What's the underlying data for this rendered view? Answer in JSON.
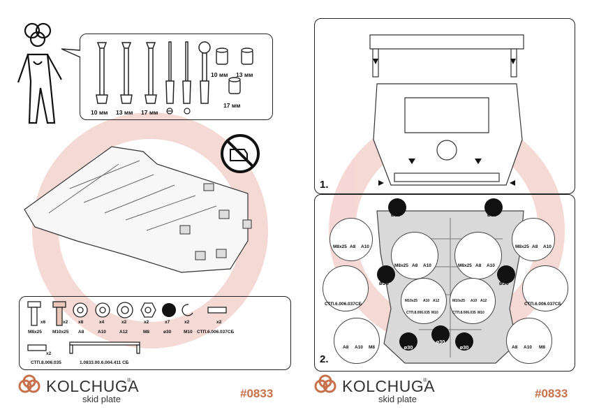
{
  "tools": {
    "wrench_labels": [
      "10 мм",
      "13 мм",
      "17 мм"
    ],
    "socket_labels": [
      "10 мм",
      "13 мм",
      "17 мм"
    ],
    "icons": [
      "person-icon",
      "open-wrench-icon",
      "screwdriver-icon",
      "socket-icon",
      "no-engine-running-icon"
    ]
  },
  "parts": {
    "counts": [
      "x6",
      "x2",
      "x8",
      "x4",
      "x2",
      "x2",
      "x7",
      "x2",
      "x2",
      "x2"
    ],
    "labels": [
      "M8x25",
      "M10x25",
      "A8",
      "A10",
      "A12",
      "M8",
      "ø30",
      "M10",
      "СТП.6.006.037СБ",
      "СТП.8.006.035",
      "1.0833.00.6.004.411 СБ"
    ]
  },
  "steps": [
    "1.",
    "2."
  ],
  "callouts": {
    "top_left": [
      "M8x25",
      "A8",
      "A10"
    ],
    "top_right": [
      "M8x25",
      "A8",
      "A10"
    ],
    "inner_left": [
      "M8x25",
      "A8",
      "A10"
    ],
    "inner_right": [
      "M8x25",
      "A8",
      "A10"
    ],
    "mid_left": [
      "СТП.6.006.037СБ"
    ],
    "mid_right": [
      "СТП.6.006.037СБ"
    ],
    "center_left": [
      "M10x25",
      "A10",
      "A12",
      "СТП.8.006.035",
      "M10"
    ],
    "center_right": [
      "M10x25",
      "A10",
      "A12",
      "СТП.8.006.035",
      "M10"
    ],
    "bottom_left": [
      "A8",
      "A10",
      "M8"
    ],
    "bottom_right": [
      "A8",
      "A10",
      "M8"
    ],
    "black_label": "ø30"
  },
  "footer": {
    "brand": "KOLCHUGA",
    "registered": "®",
    "sub": "skid plate",
    "code": "#0833",
    "accent_color": "#c8704a"
  }
}
